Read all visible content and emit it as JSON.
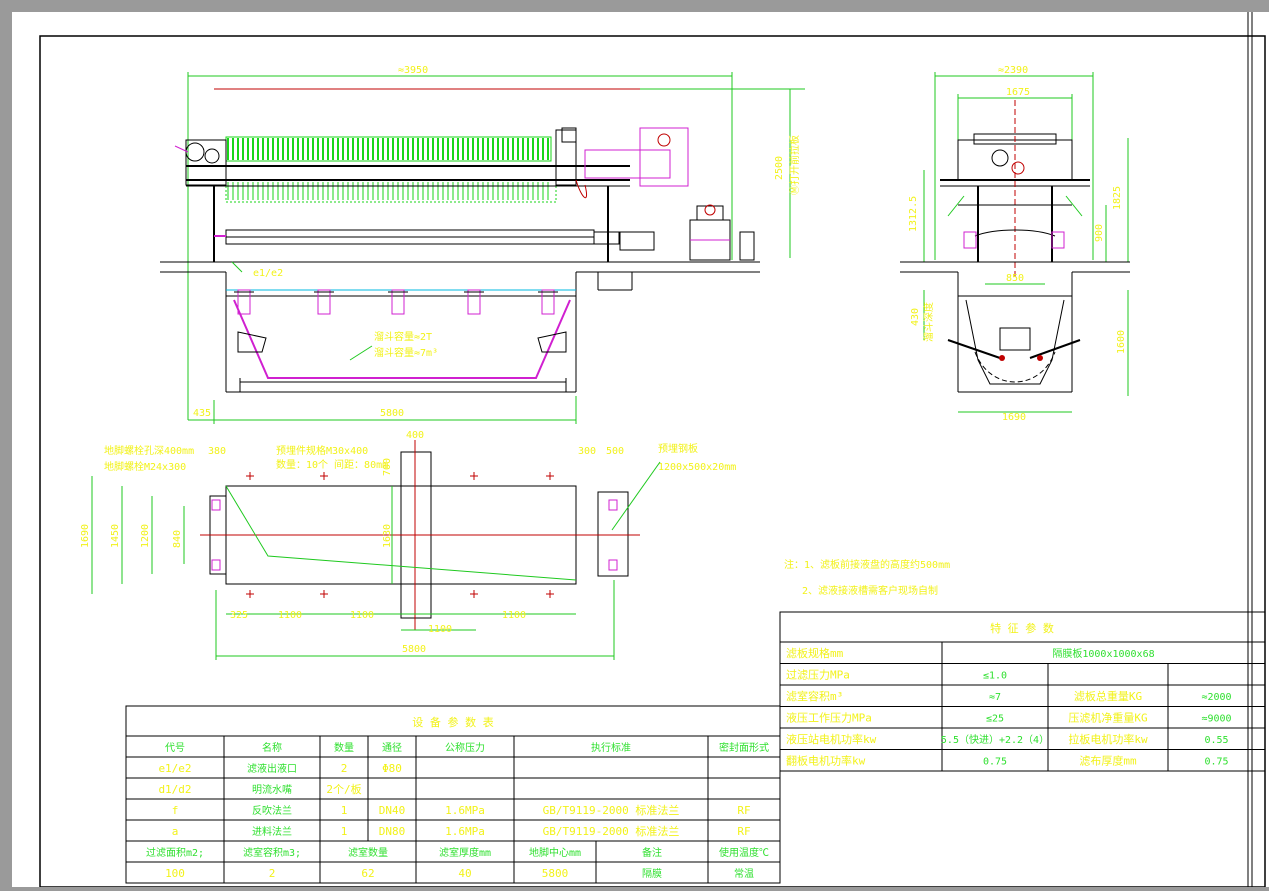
{
  "colors": {
    "frame": "#9a9a9a",
    "paper": "#ffffff",
    "line": "#000000",
    "dimension": "#1fc91f",
    "dimension_text": "#f2f21a",
    "accent": "#d020d0",
    "green_hatch": "#19d619",
    "center_line": "#c00000"
  },
  "front_view": {
    "overall_length": "≈3950",
    "overall_height": "2500",
    "height_note": "Ⓜ打开前拉板",
    "left_offset": "435",
    "pit_length": "5800",
    "pipe_label": "e1/e2",
    "tray_label_1": "溜斗容量≈2T",
    "tray_label_2": "溜斗容量≈7m³"
  },
  "side_view": {
    "overall_width": "≈2390",
    "width_upper": "1675",
    "height_total": "1825",
    "height_left": "1312.5",
    "height_mid": "900",
    "width_inner": "850",
    "pit_depth": "430",
    "pit_note": "溜斗深度",
    "hopper_depth": "1600",
    "hopper_width": "1690"
  },
  "plan_view": {
    "anchor_bolt_1": "地脚螺栓孔深400mm",
    "anchor_bolt_2": "地脚螺栓M24x300",
    "embed_plate_1": "预埋件规格M30x400",
    "embed_plate_2": "数量：10个  间距：80mm",
    "steel_plate_title": "预埋钢板",
    "steel_plate_size": "1200x500x20mm",
    "dim_380": "380",
    "dim_400": "400",
    "dim_700": "700",
    "dim_300": "300",
    "dim_500": "500",
    "dim_1690": "1690",
    "dim_1450": "1450",
    "dim_1200": "1200",
    "dim_840": "840",
    "dim_1630": "1630",
    "dim_325": "325",
    "dim_1100a": "1100",
    "dim_1100b": "1100",
    "dim_1100c": "1100",
    "dim_1100d": "1100",
    "dim_5800": "5800"
  },
  "notes": {
    "note_1": "注：1、滤板前接液盘的高度约500mm",
    "note_2": "2、滤液接液槽需客户现场自制"
  },
  "feature_table": {
    "title": "特 征 参 数",
    "rows": [
      [
        "滤板规格mm",
        "隔膜板1000x1000x68",
        "",
        ""
      ],
      [
        "过滤压力MPa",
        "≤1.0",
        "",
        ""
      ],
      [
        "滤室容积m³",
        "≈7",
        "滤板总重量KG",
        "≈2000"
      ],
      [
        "液压工作压力MPa",
        "≤25",
        "压滤机净重量KG",
        "≈9000"
      ],
      [
        "液压站电机功率kw",
        "5.5（快进）+2.2（4）",
        "拉板电机功率kw",
        "0.55"
      ],
      [
        "翻板电机功率kw",
        "0.75",
        "滤布厚度mm",
        "0.75"
      ]
    ]
  },
  "equipment_table": {
    "title": "设 备 参 数 表",
    "headers": [
      "代号",
      "名称",
      "数量",
      "通径",
      "公称压力",
      "执行标准",
      "密封面形式"
    ],
    "rows": [
      [
        "e1/e2",
        "滤液出液口",
        "2",
        "Φ80",
        "",
        "",
        ""
      ],
      [
        "d1/d2",
        "明流水嘴",
        "2个/板",
        "",
        "",
        "",
        ""
      ],
      [
        "f",
        "反吹法兰",
        "1",
        "DN40",
        "1.6MPa",
        "GB/T9119-2000 标准法兰",
        "RF"
      ],
      [
        "a",
        "进料法兰",
        "1",
        "DN80",
        "1.6MPa",
        "GB/T9119-2000 标准法兰",
        "RF"
      ]
    ],
    "footer_headers": [
      "过滤面积m2;",
      "滤室容积m3;",
      "滤室数量",
      "滤室厚度mm",
      "地脚中心mm",
      "备注",
      "使用温度℃"
    ],
    "footer_values": [
      "100",
      "2",
      "62",
      "40",
      "5800",
      "隔膜",
      "常温"
    ]
  }
}
